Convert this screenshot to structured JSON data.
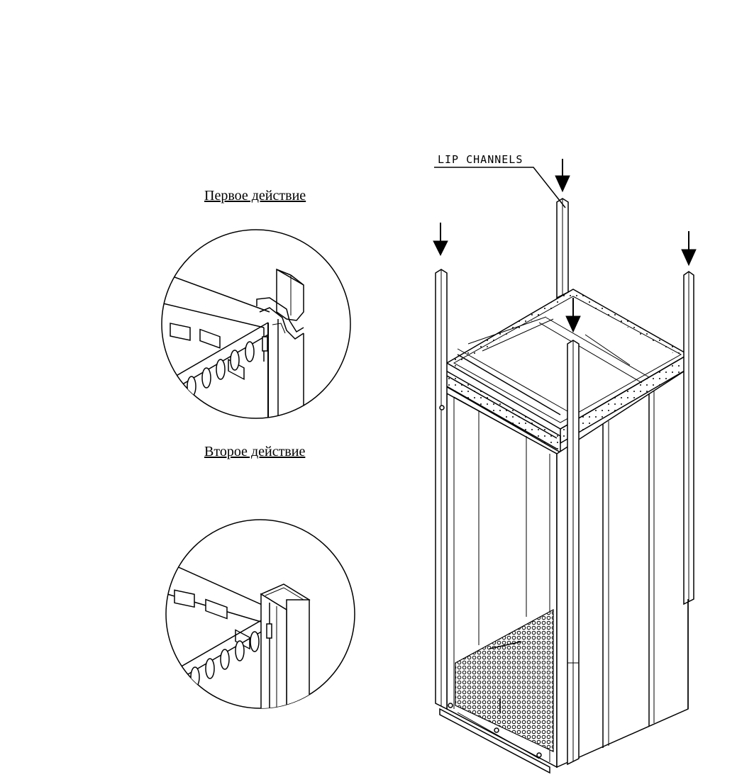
{
  "labels": {
    "step1": "Первое действие",
    "step2": "Второе действие",
    "lip_channels": "LIP CHANNELS"
  },
  "colors": {
    "ink": "#000000",
    "paper": "#ffffff"
  }
}
